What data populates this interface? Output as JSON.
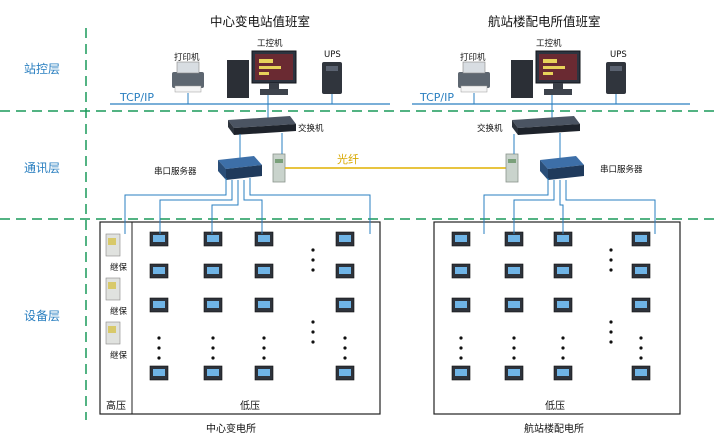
{
  "layers": {
    "station_control": "站控层",
    "communication": "通讯层",
    "device": "设备层"
  },
  "left_site": {
    "room_title": "中心变电站值班室",
    "printer_label": "打印机",
    "workstation_label": "工控机",
    "ups_label": "UPS",
    "network_label": "TCP/IP",
    "switch_label": "交换机",
    "serial_server_label": "串口服务器",
    "high_voltage_label": "高压",
    "low_voltage_label": "低压",
    "substation_label": "中心变电所",
    "hv_relay_label": "继保"
  },
  "right_site": {
    "room_title": "航站楼配电所值班室",
    "printer_label": "打印机",
    "workstation_label": "工控机",
    "ups_label": "UPS",
    "network_label": "TCP/IP",
    "switch_label": "交换机",
    "serial_server_label": "串口服务器",
    "low_voltage_label": "低压",
    "substation_label": "航站楼配电所"
  },
  "link_label": "光纤",
  "colors": {
    "layer_divider": "#1a9a5a",
    "bus_line": "#2a7fc0",
    "fiber_line": "#e0b000",
    "panel_border": "#222222"
  }
}
